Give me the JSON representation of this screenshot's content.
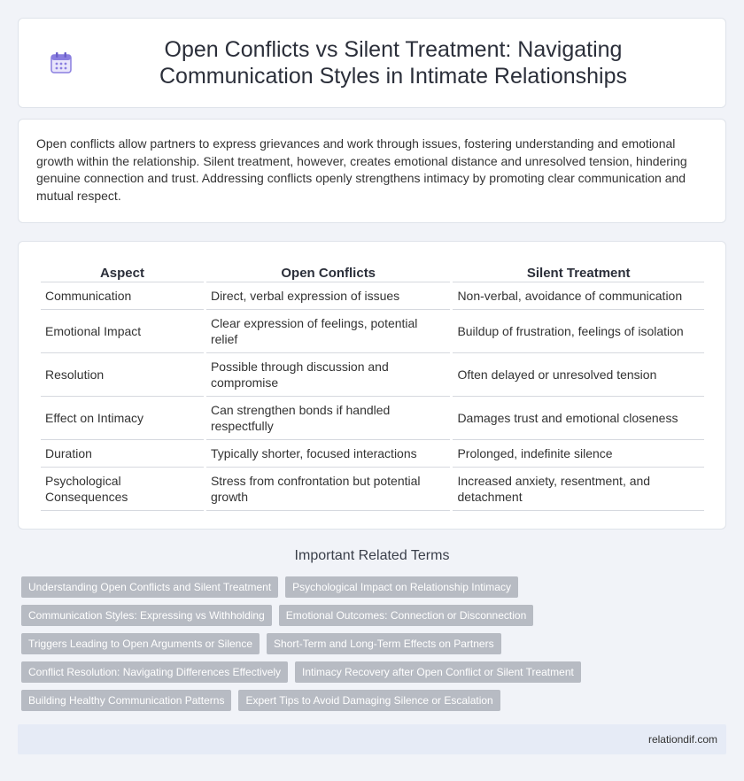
{
  "header": {
    "title": "Open Conflicts vs Silent Treatment: Navigating Communication Styles in Intimate Relationships",
    "icon": "calendar-icon"
  },
  "intro": {
    "text": "Open conflicts allow partners to express grievances and work through issues, fostering understanding and emotional growth within the relationship. Silent treatment, however, creates emotional distance and unresolved tension, hindering genuine connection and trust. Addressing conflicts openly strengthens intimacy by promoting clear communication and mutual respect."
  },
  "table": {
    "headers": [
      "Aspect",
      "Open Conflicts",
      "Silent Treatment"
    ],
    "rows": [
      [
        "Communication",
        "Direct, verbal expression of issues",
        "Non-verbal, avoidance of communication"
      ],
      [
        "Emotional Impact",
        "Clear expression of feelings, potential relief",
        "Buildup of frustration, feelings of isolation"
      ],
      [
        "Resolution",
        "Possible through discussion and compromise",
        "Often delayed or unresolved tension"
      ],
      [
        "Effect on Intimacy",
        "Can strengthen bonds if handled respectfully",
        "Damages trust and emotional closeness"
      ],
      [
        "Duration",
        "Typically shorter, focused interactions",
        "Prolonged, indefinite silence"
      ],
      [
        "Psychological Consequences",
        "Stress from confrontation but potential growth",
        "Increased anxiety, resentment, and detachment"
      ]
    ]
  },
  "related": {
    "title": "Important Related Terms",
    "tags": [
      [
        "Understanding Open Conflicts and Silent Treatment",
        "Psychological Impact on Relationship Intimacy"
      ],
      [
        "Communication Styles: Expressing vs Withholding",
        "Emotional Outcomes: Connection or Disconnection"
      ],
      [
        "Triggers Leading to Open Arguments or Silence",
        "Short-Term and Long-Term Effects on Partners"
      ],
      [
        "Conflict Resolution: Navigating Differences Effectively",
        "Intimacy Recovery after Open Conflict or Silent Treatment"
      ],
      [
        "Building Healthy Communication Patterns",
        "Expert Tips to Avoid Damaging Silence or Escalation"
      ]
    ]
  },
  "footer": {
    "site": "relationdif.com"
  },
  "colors": {
    "background": "#f1f3f8",
    "tag": "#b7bbc3",
    "footer": "#e6ebf6",
    "icon_accent": "#7b6fd6"
  }
}
